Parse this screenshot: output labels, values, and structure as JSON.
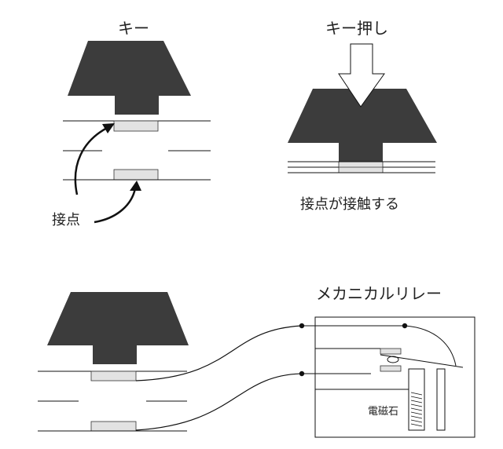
{
  "labels": {
    "key": "キー",
    "key_press": "キー押し",
    "contacts_touch": "接点が接触する",
    "contacts": "接点",
    "mechanical_relay": "メカニカルリレー",
    "electromagnet": "電磁石"
  },
  "colors": {
    "key_fill": "#3c3c3c",
    "contact_fill": "#e2e2e2",
    "line": "#111111",
    "arrow_fill": "#ffffff"
  }
}
